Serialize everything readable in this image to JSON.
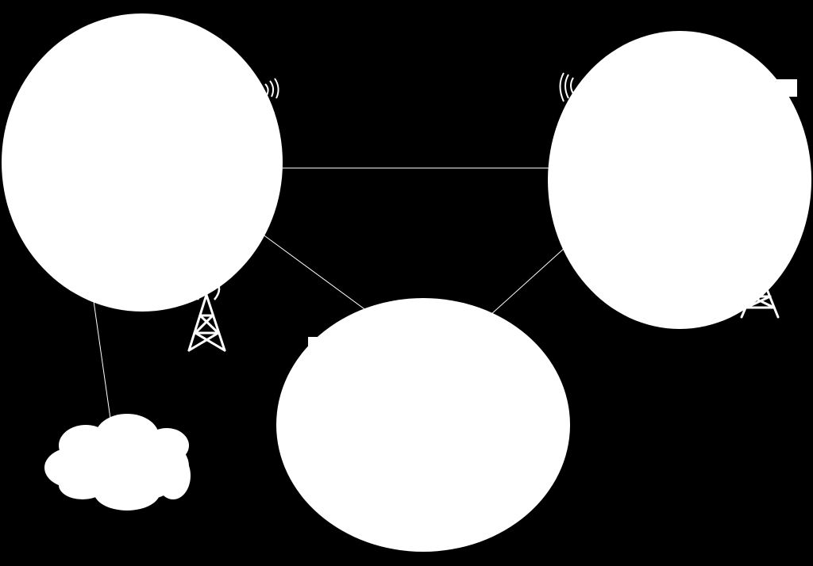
{
  "diagram": {
    "background": "#000000",
    "foreground": "#ffffff",
    "link_color": "#ffffff",
    "nodes": [
      {
        "id": "node-top-left",
        "shape": "ellipse"
      },
      {
        "id": "node-top-right",
        "shape": "ellipse"
      },
      {
        "id": "node-bottom-center",
        "shape": "ellipse"
      },
      {
        "id": "cloud",
        "shape": "cloud"
      }
    ],
    "links": [
      {
        "from": "node-top-left",
        "to": "node-top-right"
      },
      {
        "from": "node-top-left",
        "to": "node-bottom-center"
      },
      {
        "from": "node-top-right",
        "to": "node-bottom-center"
      },
      {
        "from": "node-top-left",
        "to": "cloud"
      }
    ],
    "icons": [
      "antenna-tower-icon",
      "antenna-tower-icon",
      "wireless-signal-icon",
      "wireless-signal-icon",
      "wireless-signal-icon"
    ]
  }
}
